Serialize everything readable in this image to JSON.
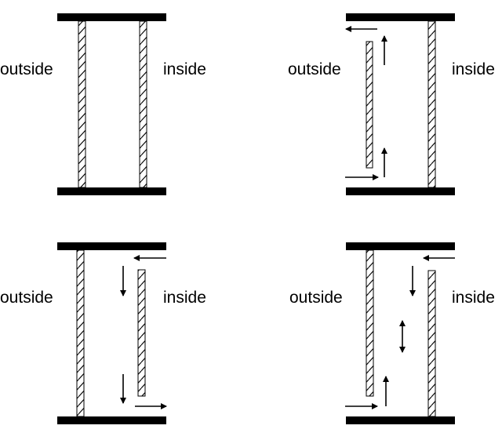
{
  "panels": [
    {
      "id": "top-left",
      "outside_label": "outside",
      "inside_label": "inside"
    },
    {
      "id": "top-right",
      "outside_label": "outside",
      "inside_label": "inside"
    },
    {
      "id": "bottom-left",
      "outside_label": "outside",
      "inside_label": "inside"
    },
    {
      "id": "bottom-right",
      "outside_label": "outside",
      "inside_label": "inside"
    }
  ],
  "colors": {
    "ink": "#000000",
    "background": "#ffffff"
  }
}
